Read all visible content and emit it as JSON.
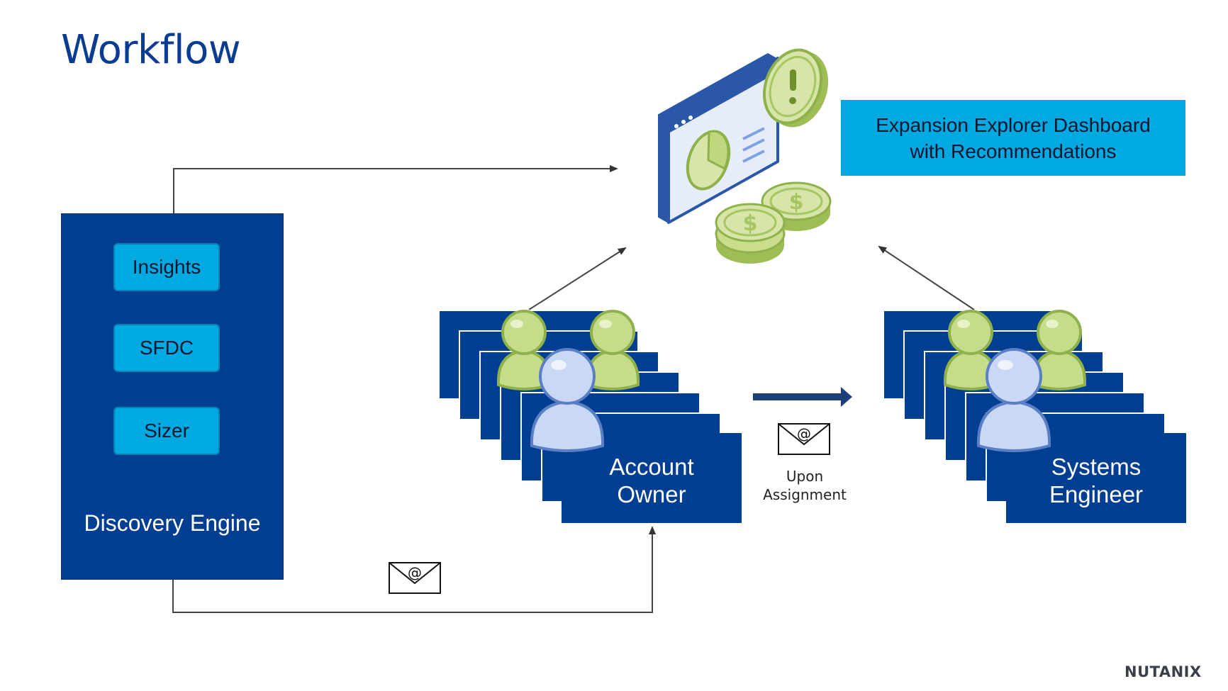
{
  "title": "Workflow",
  "discovery_engine": {
    "label": "Discovery Engine",
    "sources": [
      "Insights",
      "SFDC",
      "Sizer"
    ]
  },
  "dashboard": {
    "line1": "Expansion Explorer Dashboard",
    "line2": "with Recommendations"
  },
  "account_owner": {
    "line1": "Account",
    "line2": "Owner"
  },
  "systems_engineer": {
    "line1": "Systems",
    "line2": "Engineer"
  },
  "handoff": {
    "line1": "Upon",
    "line2": "Assignment"
  },
  "logo": "NUTANIX",
  "icons": [
    "dashboard-window-icon",
    "alert-coin-icon",
    "dollar-coins-icon",
    "user-group-icon",
    "email-icon"
  ],
  "colors": {
    "navy": "#003e92",
    "cyan": "#00a9e0",
    "title": "#0a3d91",
    "green_person": "#c5dc8a",
    "blue_person": "#c9d9f5"
  }
}
